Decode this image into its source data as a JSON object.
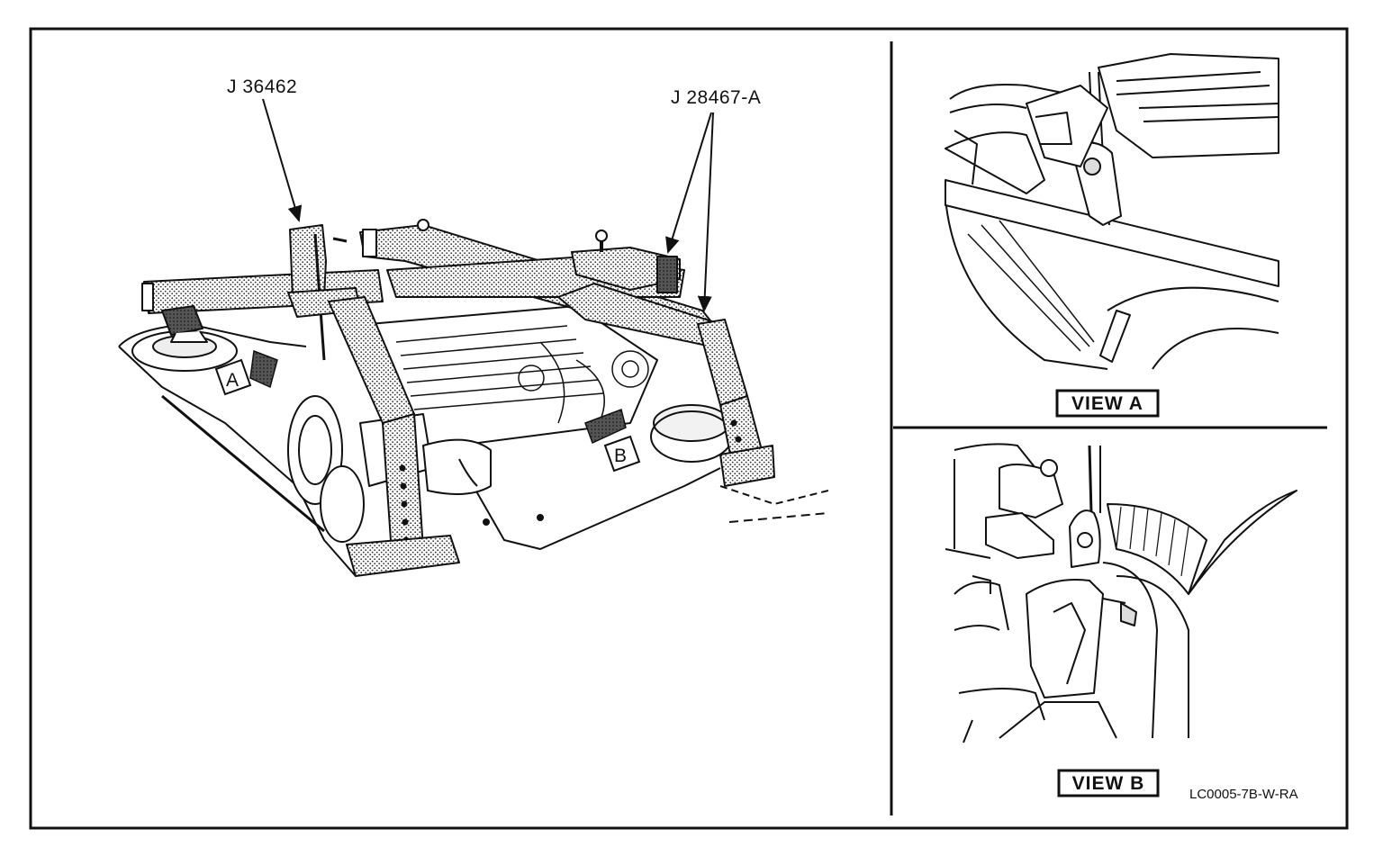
{
  "labels": {
    "tool_left": "J 36462",
    "tool_right": "J 28467-A",
    "marker_a": "A",
    "marker_b": "B",
    "view_a": "VIEW A",
    "view_b": "VIEW B",
    "figure_code": "LC0005-7B-W-RA"
  },
  "colors": {
    "ink": "#111111",
    "paper": "#ffffff",
    "stipple": "#8a8a8a"
  }
}
